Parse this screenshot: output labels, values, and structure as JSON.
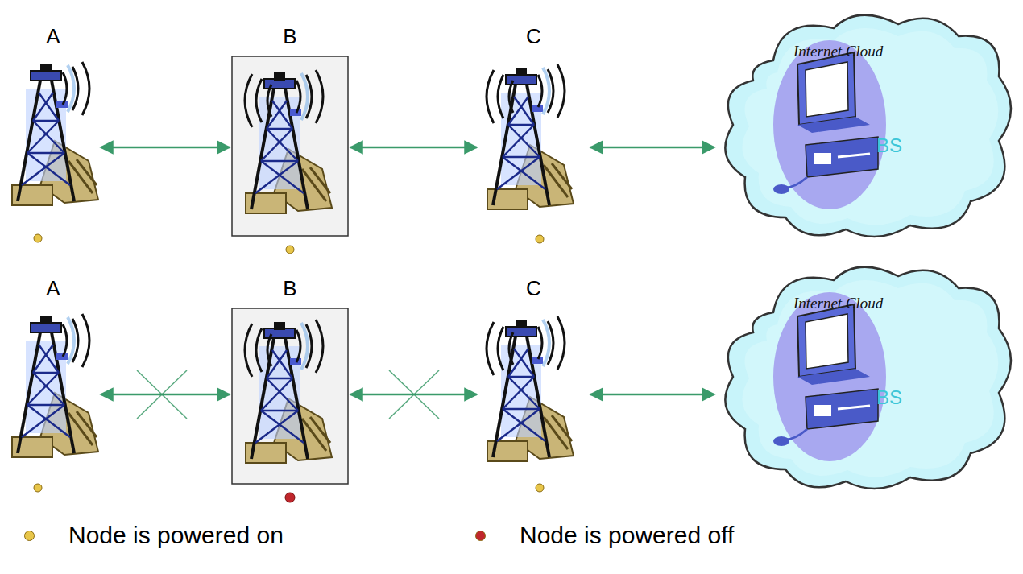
{
  "diagram": {
    "nodes": [
      {
        "text": [
          "A"
        ]
      },
      {
        "text": [
          "B"
        ]
      },
      {
        "text": [
          "C"
        ]
      },
      {
        "text": [
          "Internet Cloud",
          "BS"
        ]
      },
      {
        "text": [
          "A"
        ]
      },
      {
        "text": [
          "B"
        ]
      },
      {
        "text": [
          "C"
        ]
      },
      {
        "text": [
          "Internet Cloud",
          "BS"
        ]
      }
    ],
    "edges": [
      {
        "from": 0,
        "to": 1,
        "arrow": "both"
      },
      {
        "from": 1,
        "to": 2,
        "arrow": "both"
      },
      {
        "from": 2,
        "to": 3,
        "arrow": "both"
      },
      {
        "from": 4,
        "to": 5,
        "arrow": "both"
      },
      {
        "from": 5,
        "to": 6,
        "arrow": "both"
      },
      {
        "from": 6,
        "to": 7,
        "arrow": "both"
      }
    ],
    "legend": [
      {
        "text": "Node is powered on",
        "color": "#e8c64a"
      },
      {
        "text": "Node is powered off",
        "color": "#c0262c"
      }
    ]
  }
}
